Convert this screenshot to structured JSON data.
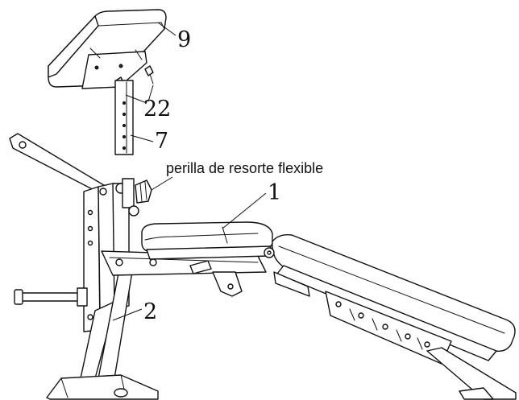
{
  "labels": {
    "part_9": "9",
    "part_22": "22",
    "part_7": "7",
    "spring_knob": "perilla de resorte flexible",
    "part_1": "1",
    "part_2": "2"
  },
  "colors": {
    "line": "#111111",
    "background": "#ffffff"
  }
}
